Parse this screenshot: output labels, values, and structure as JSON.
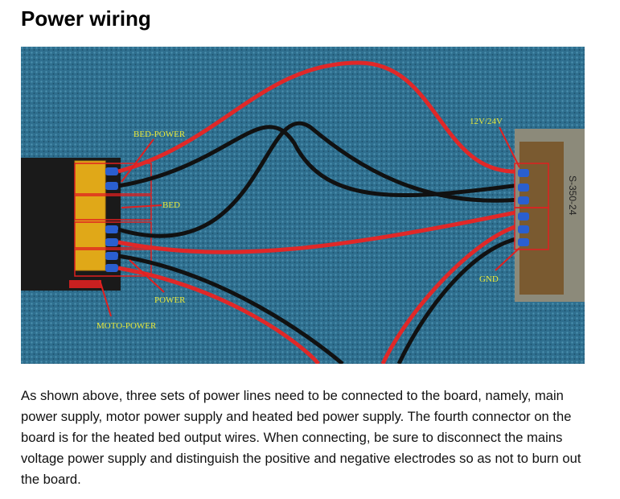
{
  "title": "Power wiring",
  "photo": {
    "labels": {
      "bed_power": "BED-POWER",
      "bed": "BED",
      "power": "POWER",
      "moto_power": "MOTO-POWER",
      "voltage": "12V/24V",
      "gnd": "GND",
      "psu_model": "S-350-24"
    }
  },
  "paragraph": "As shown above, three sets of power lines need to be connected to the board, namely, main power supply, motor power supply and heated bed power supply. The fourth connector on the board is for the heated bed output wires. When connecting, be sure to disconnect the mains voltage power supply and distinguish the positive and negative electrodes so as not to burn out the board."
}
